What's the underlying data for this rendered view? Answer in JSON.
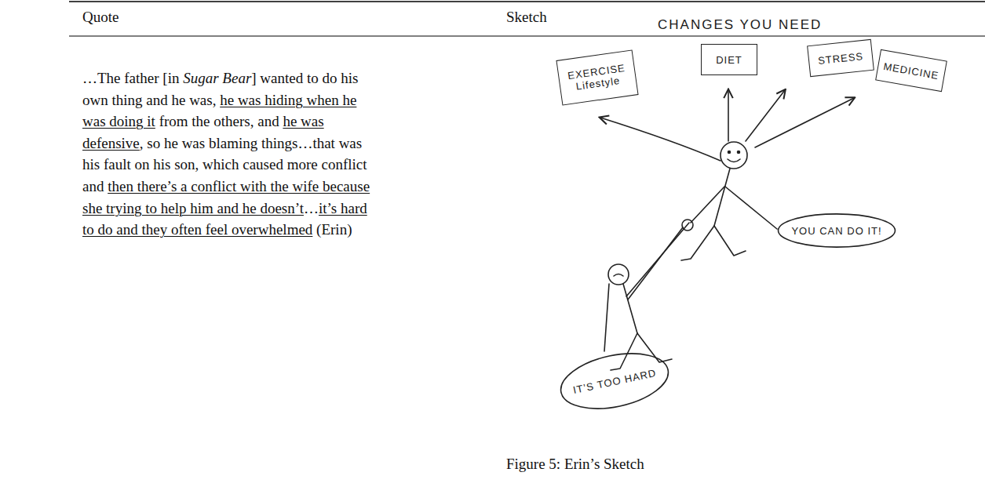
{
  "diagram": {
    "caption": "Figure 5: Erin’s Sketch",
    "nodes": [
      {
        "text": [
          "EXERCISE",
          "Lifestyle"
        ]
      },
      {
        "text": [
          "DIET"
        ]
      },
      {
        "text": [
          "STRESS"
        ]
      },
      {
        "text": [
          "MEDICINE"
        ]
      },
      {
        "text": [
          "YOU CAN DO IT!"
        ]
      },
      {
        "text": [
          "IT’S TOO HARD"
        ]
      }
    ],
    "labels": [
      "Quote",
      "Sketch",
      "…The father [in ",
      "Sugar Bear",
      "] wanted to do his own thing and he was, ",
      "he was hiding when he was doing it",
      " from the others, and ",
      "he was defensive",
      ", so he was blaming things…that was his fault on his son, which caused more conflict and ",
      "then there’s a conflict with the wife because she trying to help him and he doesn’t",
      "…",
      "it’s hard to do and they often feel overwhelmed",
      " (Erin)",
      "CHANGES YOU NEED"
    ]
  }
}
